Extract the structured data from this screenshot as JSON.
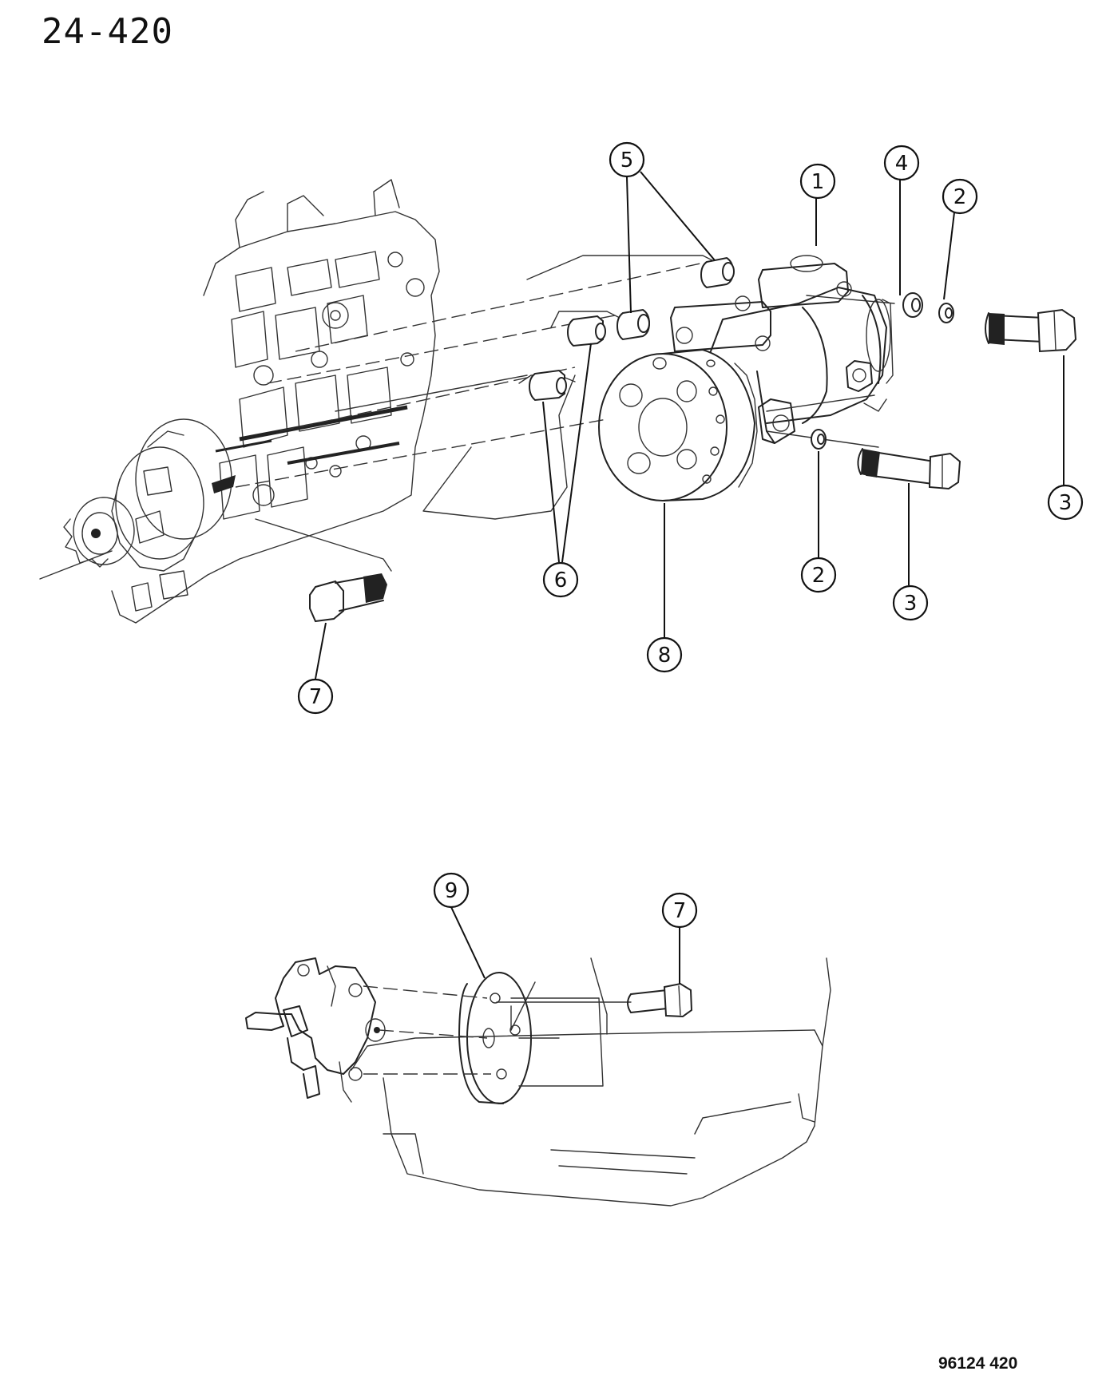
{
  "header": {
    "page_ref": "24-420"
  },
  "footer": {
    "figure_code": "96124  420"
  },
  "callouts": [
    {
      "id": "c1",
      "label": "1"
    },
    {
      "id": "c2a",
      "label": "2"
    },
    {
      "id": "c2b",
      "label": "2"
    },
    {
      "id": "c3a",
      "label": "3"
    },
    {
      "id": "c3b",
      "label": "3"
    },
    {
      "id": "c4",
      "label": "4"
    },
    {
      "id": "c5",
      "label": "5"
    },
    {
      "id": "c6",
      "label": "6"
    },
    {
      "id": "c7a",
      "label": "7"
    },
    {
      "id": "c7b",
      "label": "7"
    },
    {
      "id": "c8",
      "label": "8"
    },
    {
      "id": "c9",
      "label": "9"
    }
  ]
}
